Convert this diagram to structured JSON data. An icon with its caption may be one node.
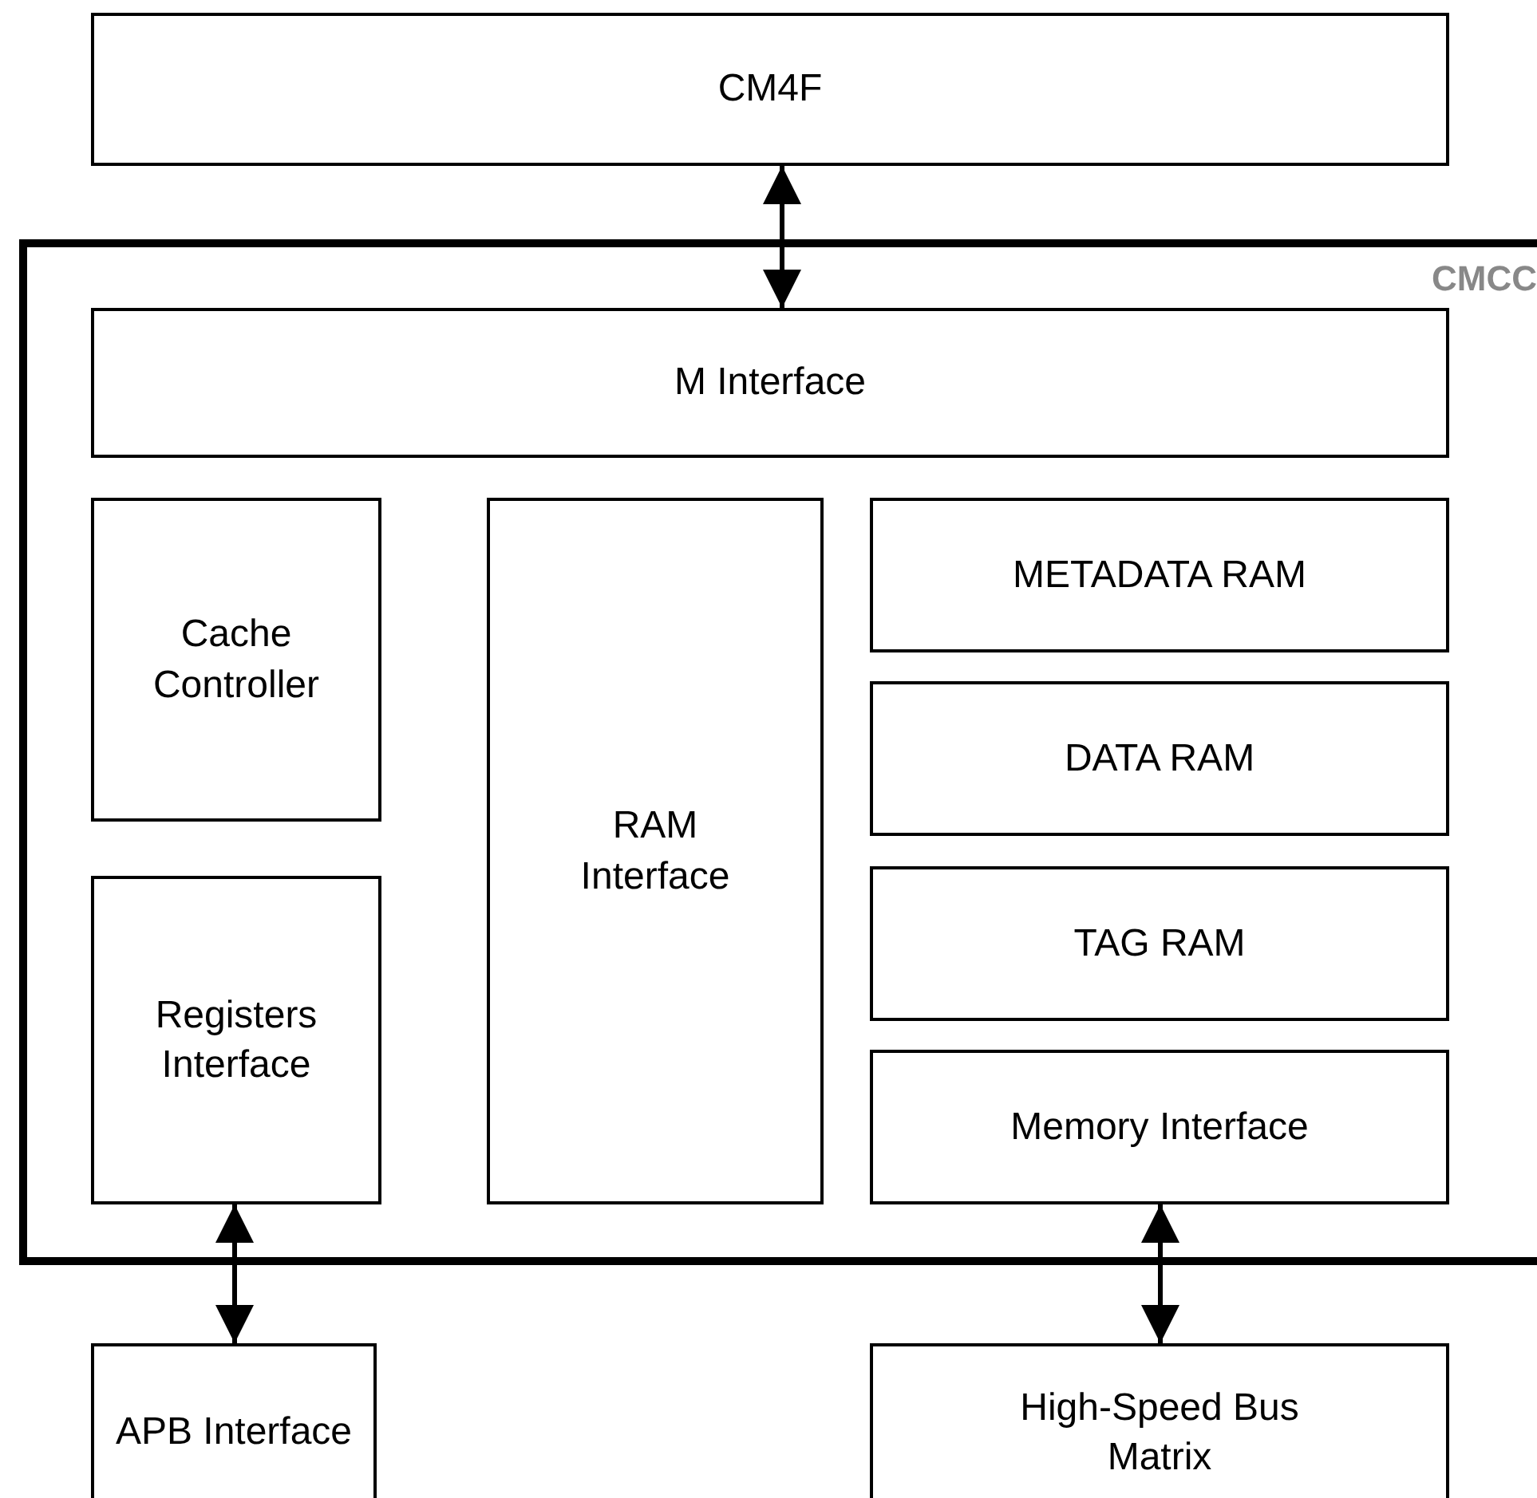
{
  "diagram": {
    "nodes": [
      {
        "text": [
          "CM4F"
        ]
      },
      {
        "text": [
          "CMCC"
        ]
      },
      {
        "text": [
          "M Interface"
        ],
        "in": 1
      },
      {
        "text": [
          "Cache Controller"
        ],
        "in": 1
      },
      {
        "text": [
          "Registers Interface"
        ],
        "in": 1
      },
      {
        "text": [
          "RAM Interface"
        ],
        "in": 1
      },
      {
        "text": [
          "METADATA RAM"
        ],
        "in": 1
      },
      {
        "text": [
          "DATA RAM"
        ],
        "in": 1
      },
      {
        "text": [
          "TAG RAM"
        ],
        "in": 1
      },
      {
        "text": [
          "Memory Interface"
        ],
        "in": 1
      },
      {
        "text": [
          "APB Interface"
        ]
      },
      {
        "text": [
          "High-Speed Bus Matrix"
        ]
      }
    ],
    "edges": [
      {
        "from": 0,
        "to": 2,
        "arrow": "both"
      },
      {
        "from": 4,
        "to": 10,
        "arrow": "both"
      },
      {
        "from": 9,
        "to": 11,
        "arrow": "both"
      }
    ]
  }
}
